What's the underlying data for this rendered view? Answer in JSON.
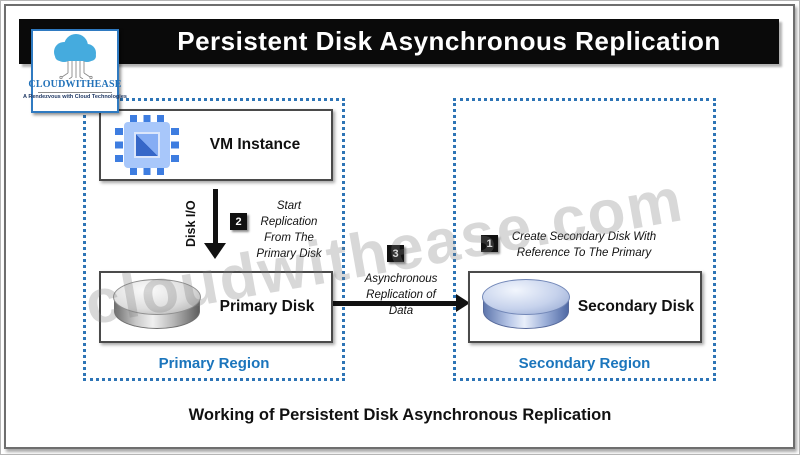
{
  "header": {
    "title": "Persistent Disk Asynchronous Replication"
  },
  "logo": {
    "name": "CLOUDWITHEASE",
    "tagline": "A Rendezvous with Cloud Technologies"
  },
  "watermark": {
    "text": "cloudwithease.com"
  },
  "primary_region": {
    "label": "Primary Region",
    "vm_box": {
      "label": "VM Instance"
    },
    "disk_box": {
      "label": "Primary Disk"
    },
    "disk_io_label": "Disk I/O"
  },
  "secondary_region": {
    "label": "Secondary Region",
    "disk_box": {
      "label": "Secondary Disk"
    }
  },
  "steps": [
    {
      "number": "1",
      "text": "Create Secondary Disk With Reference To The Primary"
    },
    {
      "number": "2",
      "text": "Start Replication From The Primary Disk"
    },
    {
      "number": "3",
      "text": "Asynchronous Replication of Data"
    }
  ],
  "caption": "Working of Persistent Disk Asynchronous Replication",
  "colors": {
    "region_border": "#2e75b6",
    "region_label": "#1b75bc",
    "banner_bg": "#0a0a0a",
    "banner_text": "#ffffff",
    "badge_bg": "#111111",
    "logo_name": "#2272b9",
    "logo_cloud": "#45abde",
    "primary_disk": "silver",
    "secondary_disk": "steel-blue"
  }
}
